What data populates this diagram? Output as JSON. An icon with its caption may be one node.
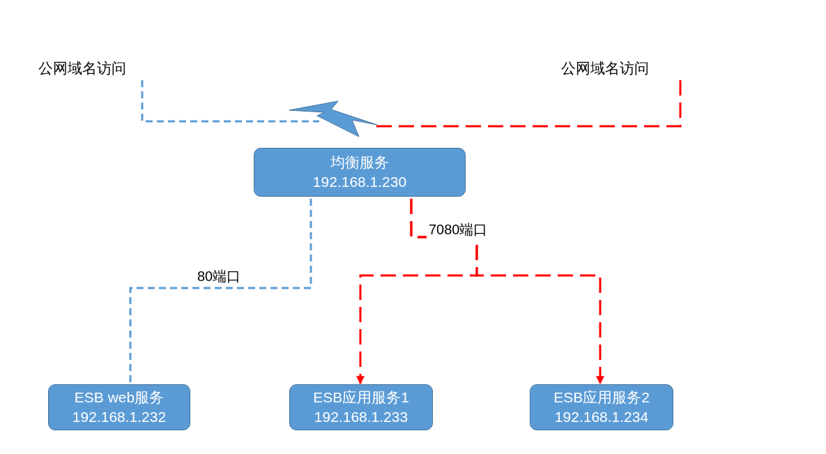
{
  "diagram": {
    "nodes": [
      {
        "text": [
          "公网域名访问"
        ]
      },
      {
        "text": [
          "公网域名访问"
        ]
      },
      {
        "text": [],
        "shape": "lightning"
      },
      {
        "text": [
          "均衡服务",
          "192.168.1.230"
        ]
      },
      {
        "text": [
          "ESB web服务",
          "192.168.1.232"
        ]
      },
      {
        "text": [
          "ESB应用服务1",
          "192.168.1.233"
        ]
      },
      {
        "text": [
          "ESB应用服务2",
          "192.168.1.234"
        ]
      }
    ],
    "edges": [
      {
        "from": 0,
        "to": 2,
        "arrow": "none",
        "style": "dashed",
        "color": "#5b9bd5"
      },
      {
        "from": 1,
        "to": 2,
        "arrow": "none",
        "style": "dashed"
      },
      {
        "from": 3,
        "to": 4,
        "arrow": "none",
        "style": "dashed",
        "color": "#5b9bd5",
        "label": "80端口"
      },
      {
        "from": 3,
        "to": 5,
        "arrow": "to",
        "style": "dashed",
        "label": "7080端口"
      },
      {
        "from": 3,
        "to": 6,
        "arrow": "to",
        "style": "dashed"
      }
    ]
  }
}
